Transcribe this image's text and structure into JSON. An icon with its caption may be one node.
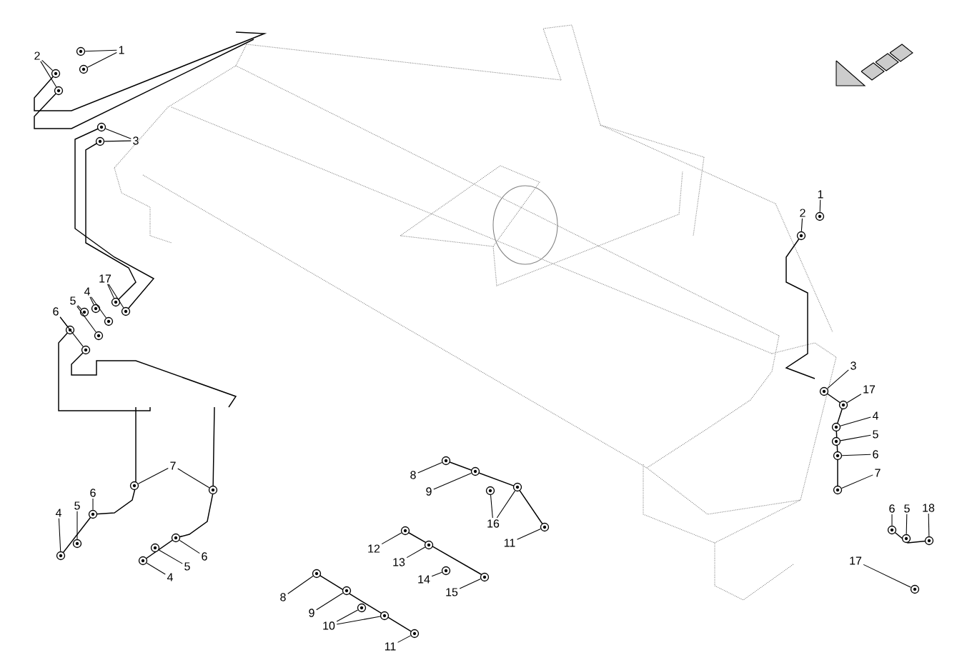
{
  "diagram": {
    "nodes": [
      {
        "text": [
          "1"
        ]
      },
      {
        "text": [
          "2"
        ]
      },
      {
        "text": [
          "3"
        ]
      },
      {
        "text": [
          "17"
        ]
      },
      {
        "text": [
          "4"
        ]
      },
      {
        "text": [
          "5"
        ]
      },
      {
        "text": [
          "6"
        ]
      },
      {
        "text": [
          "1"
        ]
      },
      {
        "text": [
          "2"
        ]
      },
      {
        "text": [
          "3"
        ]
      },
      {
        "text": [
          "17"
        ]
      },
      {
        "text": [
          "4"
        ]
      },
      {
        "text": [
          "5"
        ]
      },
      {
        "text": [
          "6"
        ]
      },
      {
        "text": [
          "7"
        ]
      },
      {
        "text": [
          "6"
        ]
      },
      {
        "text": [
          "5"
        ]
      },
      {
        "text": [
          "18"
        ]
      },
      {
        "text": [
          "17"
        ]
      },
      {
        "text": [
          "7"
        ]
      },
      {
        "text": [
          "4"
        ]
      },
      {
        "text": [
          "5"
        ]
      },
      {
        "text": [
          "6"
        ]
      },
      {
        "text": [
          "6"
        ]
      },
      {
        "text": [
          "5"
        ]
      },
      {
        "text": [
          "4"
        ]
      },
      {
        "text": [
          "8"
        ]
      },
      {
        "text": [
          "9"
        ]
      },
      {
        "text": [
          "16"
        ]
      },
      {
        "text": [
          "11"
        ]
      },
      {
        "text": [
          "12"
        ]
      },
      {
        "text": [
          "13"
        ]
      },
      {
        "text": [
          "14"
        ]
      },
      {
        "text": [
          "15"
        ]
      },
      {
        "text": [
          "8"
        ]
      },
      {
        "text": [
          "9"
        ]
      },
      {
        "text": [
          "10"
        ]
      },
      {
        "text": [
          "11"
        ]
      },
      {
        "text": [],
        "shape": "circle"
      },
      {
        "text": [],
        "shape": "circle"
      },
      {
        "text": [],
        "shape": "circle"
      },
      {
        "text": [],
        "shape": "circle"
      },
      {
        "text": [],
        "shape": "circle"
      },
      {
        "text": [],
        "shape": "circle"
      },
      {
        "text": [],
        "shape": "circle"
      },
      {
        "text": [],
        "shape": "circle"
      },
      {
        "text": [],
        "shape": "circle"
      },
      {
        "text": [],
        "shape": "circle"
      },
      {
        "text": [],
        "shape": "circle"
      },
      {
        "text": [],
        "shape": "circle"
      },
      {
        "text": [],
        "shape": "circle"
      },
      {
        "text": [],
        "shape": "circle"
      },
      {
        "text": [],
        "shape": "circle"
      },
      {
        "text": [],
        "shape": "circle"
      },
      {
        "text": [],
        "shape": "circle"
      },
      {
        "text": [],
        "shape": "circle"
      },
      {
        "text": [],
        "shape": "circle"
      },
      {
        "text": [],
        "shape": "circle"
      },
      {
        "text": [],
        "shape": "circle"
      },
      {
        "text": [],
        "shape": "circle"
      },
      {
        "text": [],
        "shape": "circle"
      },
      {
        "text": [],
        "shape": "circle"
      },
      {
        "text": [],
        "shape": "circle"
      },
      {
        "text": [],
        "shape": "circle"
      },
      {
        "text": [],
        "shape": "circle"
      },
      {
        "text": [],
        "shape": "circle"
      },
      {
        "text": [],
        "shape": "circle"
      },
      {
        "text": [],
        "shape": "circle"
      },
      {
        "text": [],
        "shape": "circle"
      },
      {
        "text": [],
        "shape": "circle"
      },
      {
        "text": [],
        "shape": "circle"
      },
      {
        "text": [],
        "shape": "circle"
      },
      {
        "text": [],
        "shape": "circle"
      },
      {
        "text": [],
        "shape": "circle"
      },
      {
        "text": [],
        "shape": "circle"
      },
      {
        "text": [],
        "shape": "circle"
      },
      {
        "text": [],
        "shape": "circle"
      },
      {
        "text": [],
        "shape": "circle"
      },
      {
        "text": [],
        "shape": "circle"
      },
      {
        "text": [],
        "shape": "circle"
      },
      {
        "text": [],
        "shape": "circle"
      },
      {
        "text": [],
        "shape": "circle"
      },
      {
        "text": [],
        "shape": "circle"
      },
      {
        "text": [],
        "shape": "circle"
      },
      {
        "text": [],
        "shape": "circle"
      },
      {
        "text": [],
        "shape": "circle"
      }
    ],
    "edges": [
      {
        "from": 0,
        "to": 38,
        "arrow": "none"
      },
      {
        "from": 0,
        "to": 39,
        "arrow": "none"
      },
      {
        "from": 1,
        "to": 40,
        "arrow": "none"
      },
      {
        "from": 1,
        "to": 41,
        "arrow": "none"
      },
      {
        "from": 2,
        "to": 42,
        "arrow": "none"
      },
      {
        "from": 2,
        "to": 43,
        "arrow": "none"
      },
      {
        "from": 3,
        "to": 44,
        "arrow": "none"
      },
      {
        "from": 3,
        "to": 45,
        "arrow": "none"
      },
      {
        "from": 4,
        "to": 46,
        "arrow": "none"
      },
      {
        "from": 4,
        "to": 47,
        "arrow": "none"
      },
      {
        "from": 5,
        "to": 48,
        "arrow": "none"
      },
      {
        "from": 5,
        "to": 49,
        "arrow": "none"
      },
      {
        "from": 6,
        "to": 50,
        "arrow": "none"
      },
      {
        "from": 6,
        "to": 51,
        "arrow": "none"
      },
      {
        "from": 7,
        "to": 52,
        "arrow": "none"
      },
      {
        "from": 8,
        "to": 53,
        "arrow": "none"
      },
      {
        "from": 9,
        "to": 54,
        "arrow": "none"
      },
      {
        "from": 10,
        "to": 55,
        "arrow": "none"
      },
      {
        "from": 11,
        "to": 56,
        "arrow": "none"
      },
      {
        "from": 12,
        "to": 57,
        "arrow": "none"
      },
      {
        "from": 13,
        "to": 58,
        "arrow": "none"
      },
      {
        "from": 14,
        "to": 59,
        "arrow": "none"
      },
      {
        "from": 15,
        "to": 60,
        "arrow": "none"
      },
      {
        "from": 16,
        "to": 61,
        "arrow": "none"
      },
      {
        "from": 17,
        "to": 62,
        "arrow": "none"
      },
      {
        "from": 18,
        "to": 63,
        "arrow": "none"
      },
      {
        "from": 19,
        "to": 64,
        "arrow": "none"
      },
      {
        "from": 19,
        "to": 65,
        "arrow": "none"
      },
      {
        "from": 20,
        "to": 66,
        "arrow": "none"
      },
      {
        "from": 21,
        "to": 67,
        "arrow": "none"
      },
      {
        "from": 22,
        "to": 68,
        "arrow": "none"
      },
      {
        "from": 23,
        "to": 69,
        "arrow": "none"
      },
      {
        "from": 24,
        "to": 70,
        "arrow": "none"
      },
      {
        "from": 25,
        "to": 71,
        "arrow": "none"
      },
      {
        "from": 26,
        "to": 72,
        "arrow": "none"
      },
      {
        "from": 27,
        "to": 73,
        "arrow": "none"
      },
      {
        "from": 28,
        "to": 74,
        "arrow": "none"
      },
      {
        "from": 28,
        "to": 75,
        "arrow": "none"
      },
      {
        "from": 29,
        "to": 76,
        "arrow": "none"
      },
      {
        "from": 30,
        "to": 77,
        "arrow": "none"
      },
      {
        "from": 31,
        "to": 78,
        "arrow": "none"
      },
      {
        "from": 32,
        "to": 79,
        "arrow": "none"
      },
      {
        "from": 33,
        "to": 80,
        "arrow": "none"
      },
      {
        "from": 34,
        "to": 81,
        "arrow": "none"
      },
      {
        "from": 35,
        "to": 82,
        "arrow": "none"
      },
      {
        "from": 36,
        "to": 83,
        "arrow": "none"
      },
      {
        "from": 36,
        "to": 84,
        "arrow": "none"
      },
      {
        "from": 37,
        "to": 85,
        "arrow": "none"
      }
    ]
  }
}
